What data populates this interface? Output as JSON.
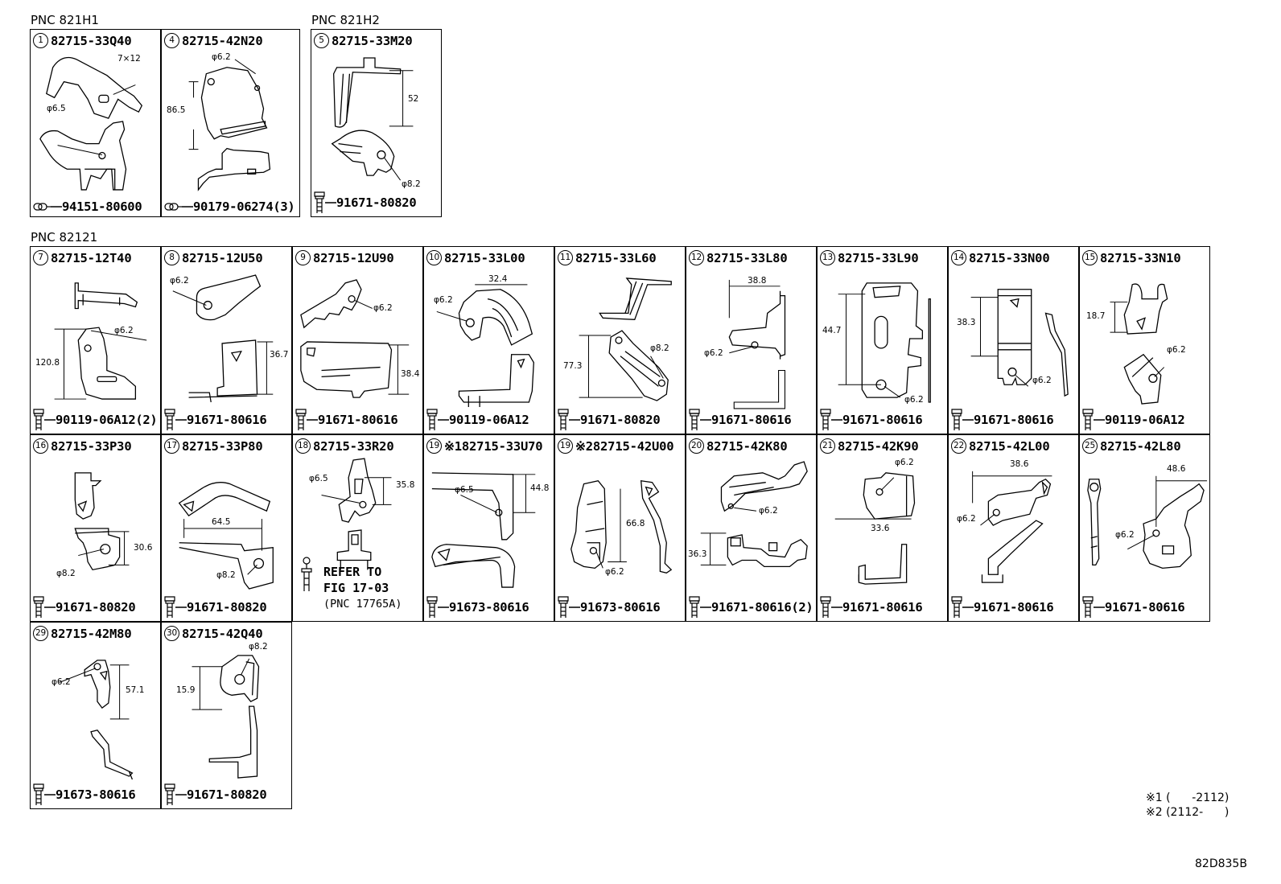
{
  "groups": [
    {
      "label": "PNC 821H1"
    },
    {
      "label": "PNC 821H2"
    },
    {
      "label": "PNC 82121"
    }
  ],
  "cells": [
    {
      "ref": "1",
      "part": "82715-33Q40",
      "fastener_type": "grommet",
      "fastener": "94151-80600",
      "dims": [
        "7×12",
        "φ6.5"
      ]
    },
    {
      "ref": "4",
      "part": "82715-42N20",
      "fastener_type": "grommet",
      "fastener": "90179-06274(3)",
      "dims": [
        "φ6.2",
        "86.5"
      ]
    },
    {
      "ref": "5",
      "part": "82715-33M20",
      "fastener_type": "bolt",
      "fastener": "91671-80820",
      "dims": [
        "52",
        "φ8.2"
      ]
    },
    {
      "ref": "7",
      "part": "82715-12T40",
      "fastener_type": "bolt",
      "fastener": "90119-06A12(2)",
      "dims": [
        "φ6.2",
        "120.8"
      ]
    },
    {
      "ref": "8",
      "part": "82715-12U50",
      "fastener_type": "bolt",
      "fastener": "91671-80616",
      "dims": [
        "φ6.2",
        "36.7"
      ]
    },
    {
      "ref": "9",
      "part": "82715-12U90",
      "fastener_type": "bolt",
      "fastener": "91671-80616",
      "dims": [
        "φ6.2",
        "38.4"
      ]
    },
    {
      "ref": "10",
      "part": "82715-33L00",
      "fastener_type": "bolt",
      "fastener": "90119-06A12",
      "dims": [
        "32.4",
        "φ6.2"
      ]
    },
    {
      "ref": "11",
      "part": "82715-33L60",
      "fastener_type": "bolt",
      "fastener": "91671-80820",
      "dims": [
        "φ8.2",
        "77.3"
      ]
    },
    {
      "ref": "12",
      "part": "82715-33L80",
      "fastener_type": "bolt",
      "fastener": "91671-80616",
      "dims": [
        "38.8",
        "φ6.2"
      ]
    },
    {
      "ref": "13",
      "part": "82715-33L90",
      "fastener_type": "bolt",
      "fastener": "91671-80616",
      "dims": [
        "44.7",
        "φ6.2"
      ]
    },
    {
      "ref": "14",
      "part": "82715-33N00",
      "fastener_type": "bolt",
      "fastener": "91671-80616",
      "dims": [
        "38.3",
        "φ6.2"
      ]
    },
    {
      "ref": "15",
      "part": "82715-33N10",
      "fastener_type": "bolt",
      "fastener": "90119-06A12",
      "dims": [
        "18.7",
        "φ6.2"
      ]
    },
    {
      "ref": "16",
      "part": "82715-33P30",
      "fastener_type": "bolt",
      "fastener": "91671-80820",
      "dims": [
        "30.6",
        "φ8.2"
      ]
    },
    {
      "ref": "17",
      "part": "82715-33P80",
      "fastener_type": "bolt",
      "fastener": "91671-80820",
      "dims": [
        "64.5",
        "φ8.2"
      ]
    },
    {
      "ref": "18",
      "part": "82715-33R20",
      "fastener_type": "clip",
      "fastener": "",
      "dims": [
        "φ6.5",
        "35.8"
      ],
      "refer": [
        "REFER TO",
        "FIG 17-03",
        "(PNC 17765A)"
      ]
    },
    {
      "ref": "19",
      "part": "※182715-33U70",
      "fastener_type": "bolt",
      "fastener": "91673-80616",
      "dims": [
        "φ6.5",
        "44.8"
      ]
    },
    {
      "ref": "19",
      "part": "※282715-42U00",
      "fastener_type": "bolt",
      "fastener": "91673-80616",
      "dims": [
        "66.8",
        "φ6.2"
      ]
    },
    {
      "ref": "20",
      "part": "82715-42K80",
      "fastener_type": "bolt",
      "fastener": "91671-80616(2)",
      "dims": [
        "φ6.2",
        "36.3"
      ]
    },
    {
      "ref": "21",
      "part": "82715-42K90",
      "fastener_type": "bolt",
      "fastener": "91671-80616",
      "dims": [
        "φ6.2",
        "33.6"
      ]
    },
    {
      "ref": "22",
      "part": "82715-42L00",
      "fastener_type": "bolt",
      "fastener": "91671-80616",
      "dims": [
        "38.6",
        "φ6.2"
      ]
    },
    {
      "ref": "25",
      "part": "82715-42L80",
      "fastener_type": "bolt",
      "fastener": "91671-80616",
      "dims": [
        "48.6",
        "φ6.2"
      ]
    },
    {
      "ref": "29",
      "part": "82715-42M80",
      "fastener_type": "bolt",
      "fastener": "91673-80616",
      "dims": [
        "φ6.2",
        "57.1"
      ]
    },
    {
      "ref": "30",
      "part": "82715-42Q40",
      "fastener_type": "bolt",
      "fastener": "91671-80820",
      "dims": [
        "φ8.2",
        "15.9"
      ]
    }
  ],
  "notes": [
    "※1 (      -2112)",
    "※2 (2112-      )"
  ],
  "diagram_code": "82D835B"
}
